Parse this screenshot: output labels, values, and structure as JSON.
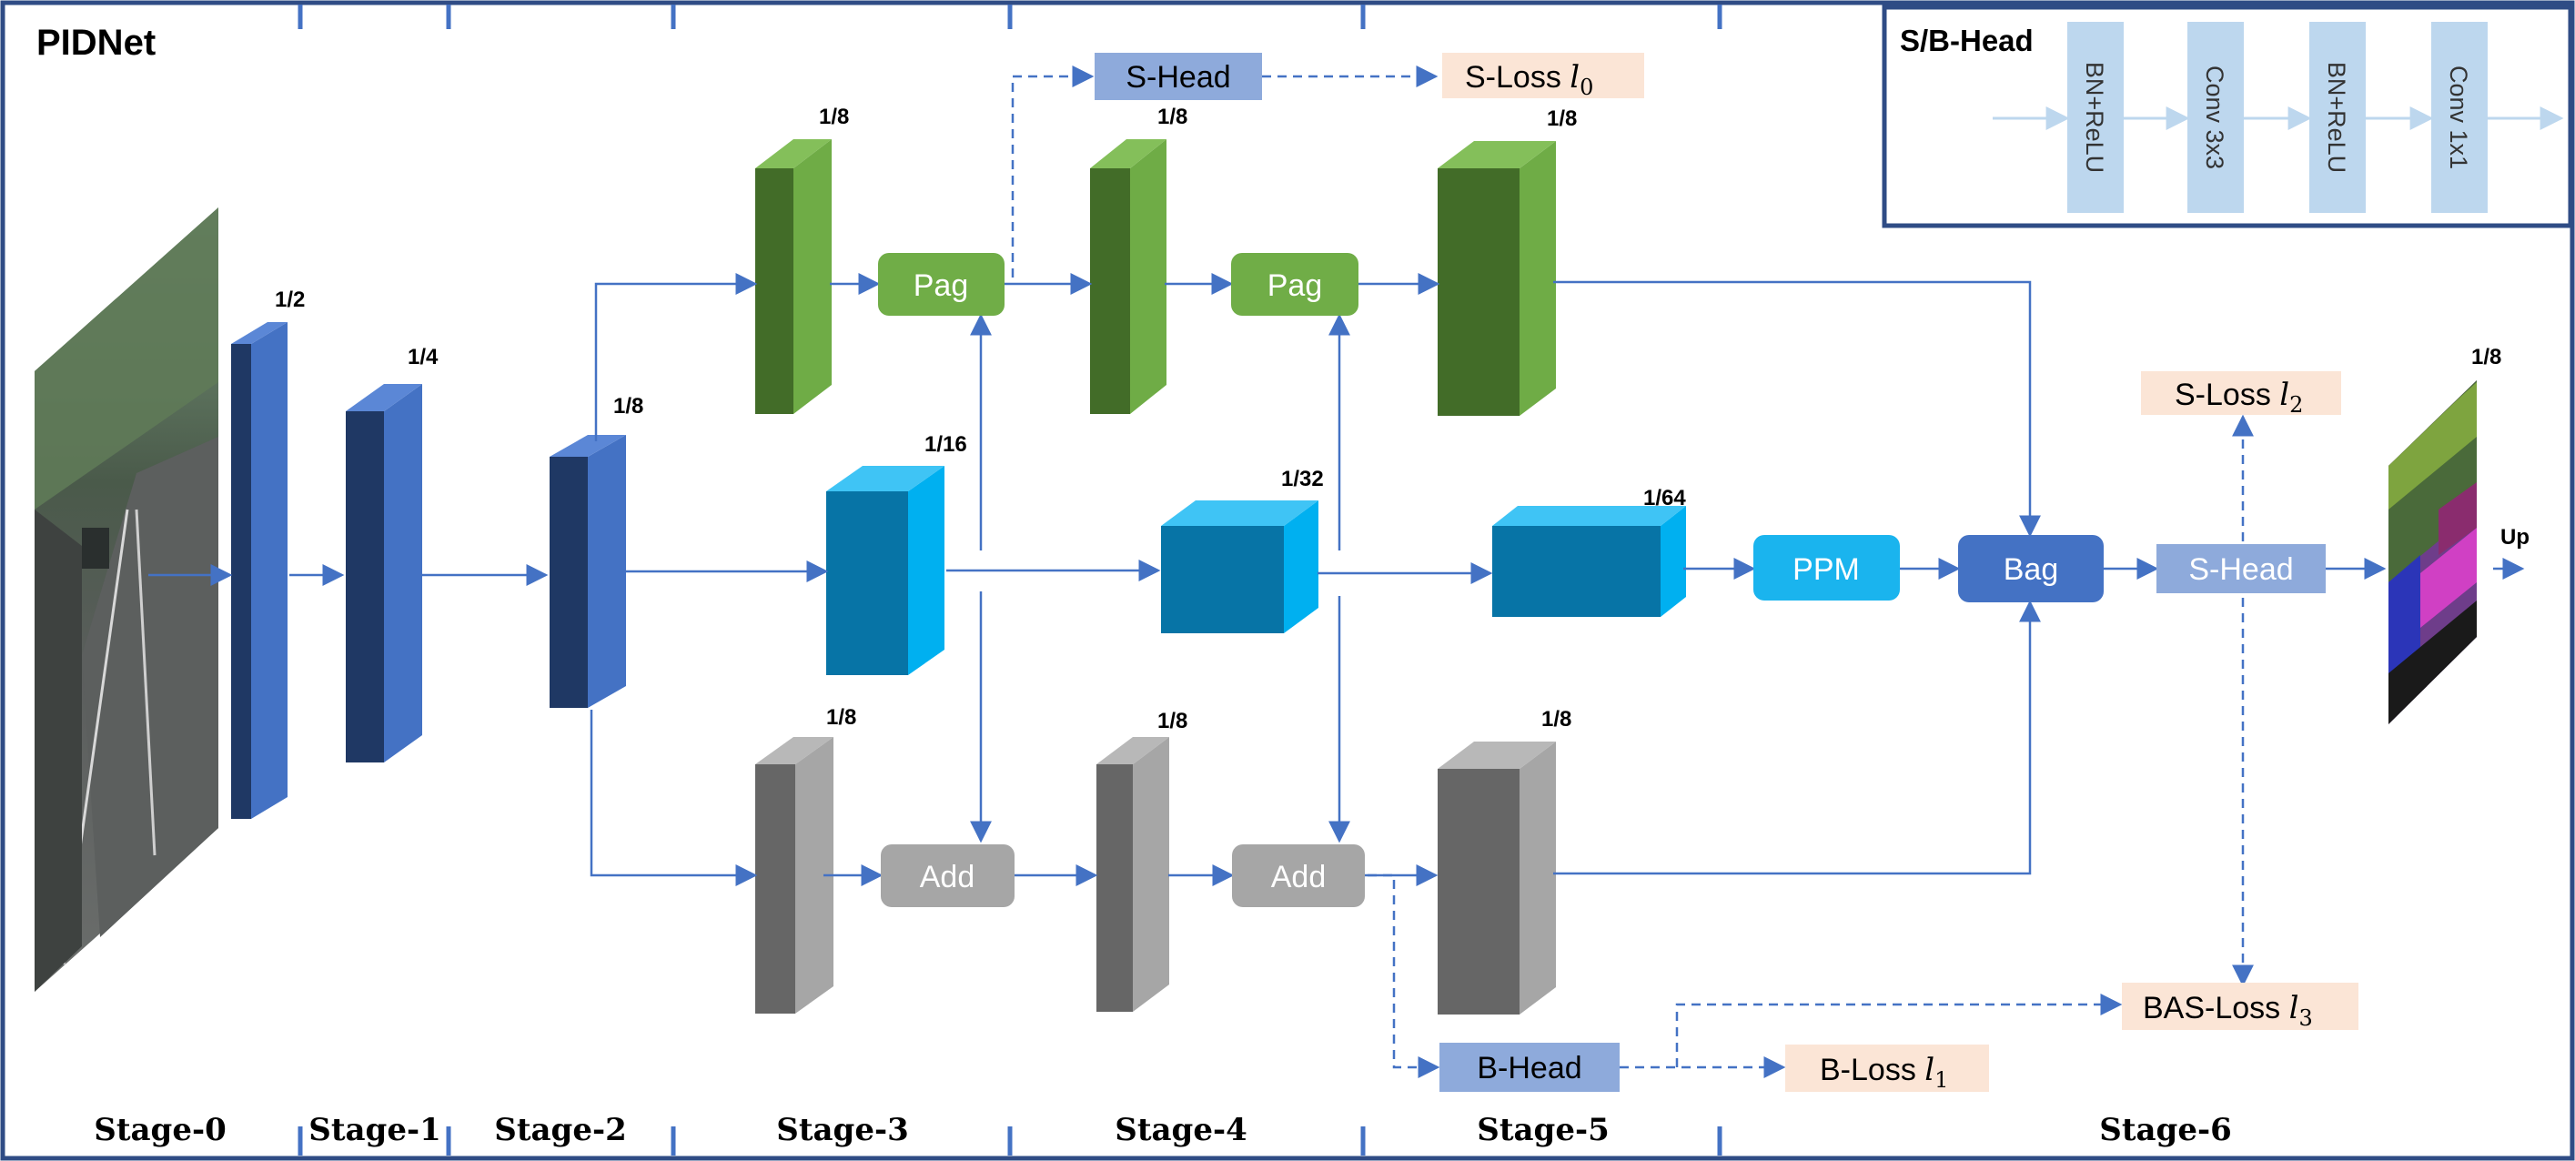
{
  "title": "PIDNet",
  "legend": {
    "title": "S/B-Head",
    "blocks": [
      "BN+ReLU",
      "Conv 3x3",
      "BN+ReLU",
      "Conv 1x1"
    ]
  },
  "scales": {
    "stage0": "1/2",
    "stage1": "1/4",
    "stage2": "1/8",
    "p3": "1/8",
    "i3": "1/16",
    "d3": "1/8",
    "p4": "1/8",
    "i4": "1/32",
    "d4": "1/8",
    "p5": "1/8",
    "i5": "1/64",
    "d5": "1/8",
    "out": "1/8"
  },
  "modules": {
    "pag1": "Pag",
    "pag2": "Pag",
    "add1": "Add",
    "add2": "Add",
    "ppm": "PPM",
    "bag": "Bag",
    "shead_top": "S-Head",
    "shead_out": "S-Head",
    "bhead": "B-Head",
    "up": "Up"
  },
  "losses": {
    "s0_text": "S-Loss ",
    "s0_var": "l",
    "s0_sub": "0",
    "s2_text": "S-Loss ",
    "s2_var": "l",
    "s2_sub": "2",
    "b1_text": "B-Loss ",
    "b1_var": "l",
    "b1_sub": "1",
    "bas3_text": "BAS-Loss ",
    "bas3_var": "l",
    "bas3_sub": "3"
  },
  "stages": [
    "Stage-0",
    "Stage-1",
    "Stage-2",
    "Stage-3",
    "Stage-4",
    "Stage-5",
    "Stage-6"
  ],
  "colors": {
    "frame": "#2f4c85",
    "arrow": "#4472c4",
    "green_front": "#426c28",
    "green_side": "#6fac46",
    "cyan_front": "#0774a6",
    "cyan_side": "#00b0f0",
    "gray_front": "#666666",
    "gray_side": "#a6a6a6",
    "blue_front": "#1f3864",
    "blue_side": "#4472c4",
    "pag": "#70ad47",
    "add": "#a6a6a6",
    "ppm": "#1ab4ee",
    "bag": "#4472c4",
    "head": "#8eaadb",
    "loss": "#fbe5d6",
    "legend_block": "#bdd7ee"
  }
}
